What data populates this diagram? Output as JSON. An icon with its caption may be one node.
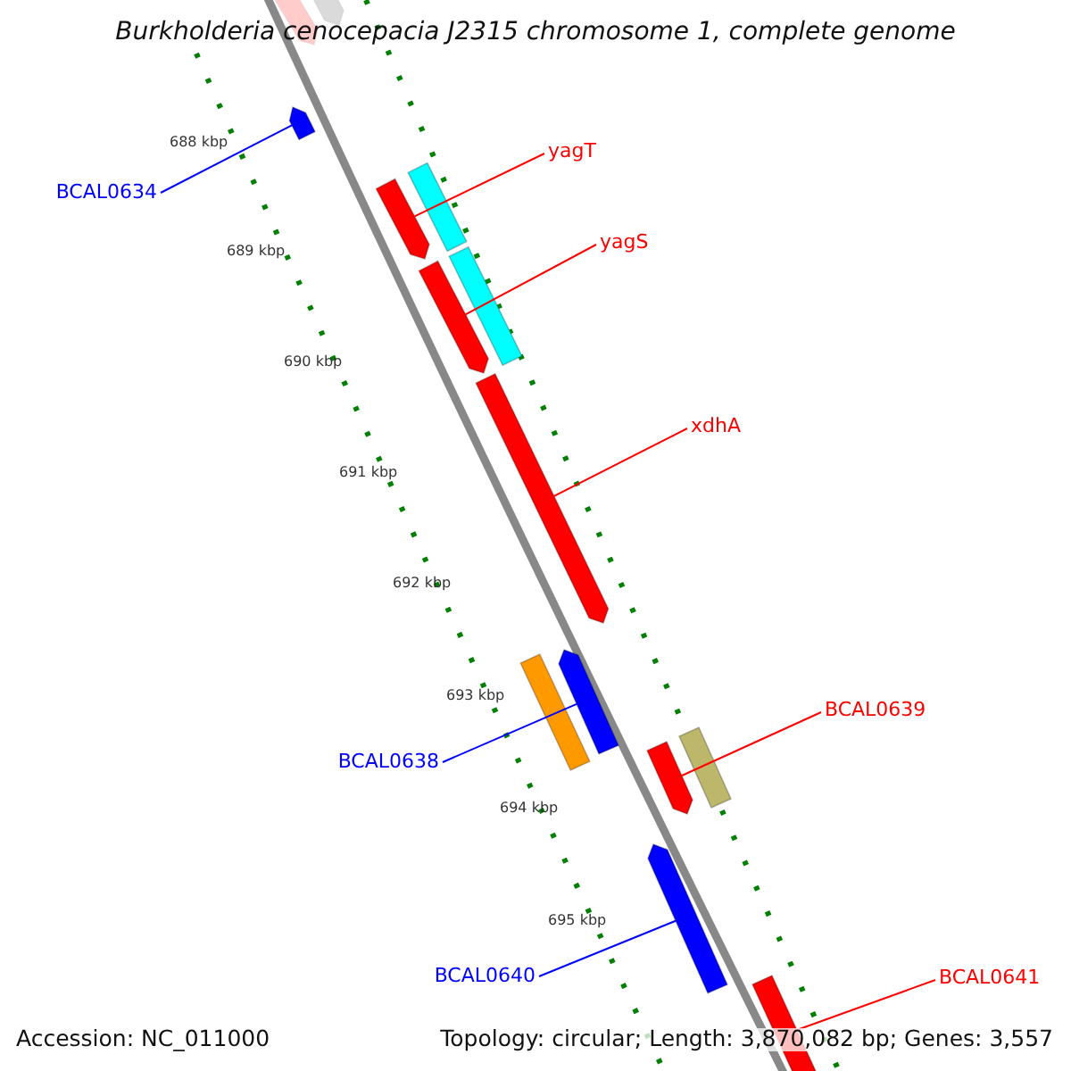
{
  "diagram": {
    "title": "Burkholderia cenocepacia J2315 chromosome 1, complete genome",
    "nodes": [
      {
        "text": [],
        "shape": "arrow"
      },
      {
        "text": [],
        "shape": "arrow"
      },
      {
        "text": [],
        "shape": "arrow"
      },
      {
        "text": [
          "BCAL0634"
        ]
      },
      {
        "text": [
          "yagT"
        ]
      },
      {
        "text": [],
        "shape": "bar"
      },
      {
        "text": [],
        "shape": "arrow"
      },
      {
        "text": [],
        "shape": "bar"
      },
      {
        "text": [
          "yagS"
        ]
      },
      {
        "text": [],
        "shape": "arrow"
      },
      {
        "text": [
          "xdhA"
        ]
      },
      {
        "text": [],
        "shape": "arrow"
      },
      {
        "text": [],
        "shape": "bar"
      },
      {
        "text": [],
        "shape": "arrow"
      },
      {
        "text": [
          "BCAL0639"
        ]
      },
      {
        "text": [
          "BCAL0638"
        ]
      },
      {
        "text": [],
        "shape": "arrow"
      },
      {
        "text": [],
        "shape": "bar"
      },
      {
        "text": [],
        "shape": "arrow"
      },
      {
        "text": [
          "BCAL0640"
        ]
      },
      {
        "text": [
          "BCAL0641"
        ]
      },
      {
        "text": [],
        "shape": "arrow"
      }
    ],
    "edges": [
      {
        "from": 3,
        "to": 2,
        "arrow": "none",
        "color": "#0000ff"
      },
      {
        "from": 4,
        "to": 6,
        "arrow": "none"
      },
      {
        "from": 8,
        "to": 9,
        "arrow": "none"
      },
      {
        "from": 10,
        "to": 11,
        "arrow": "none"
      },
      {
        "from": 14,
        "to": 16,
        "arrow": "none"
      },
      {
        "from": 15,
        "to": 13,
        "arrow": "none",
        "color": "#0000ff"
      },
      {
        "from": 19,
        "to": 18,
        "arrow": "none",
        "color": "#0000ff"
      },
      {
        "from": 20,
        "to": 21,
        "arrow": "none"
      }
    ],
    "labels": [
      "688 kbp",
      "689 kbp",
      "690 kbp",
      "691 kbp",
      "692 kbp",
      "693 kbp",
      "694 kbp",
      "695 kbp",
      "Accession: NC_011000",
      "Topology: circular; Length: 3,870,082 bp; Genes: 3,557"
    ]
  }
}
